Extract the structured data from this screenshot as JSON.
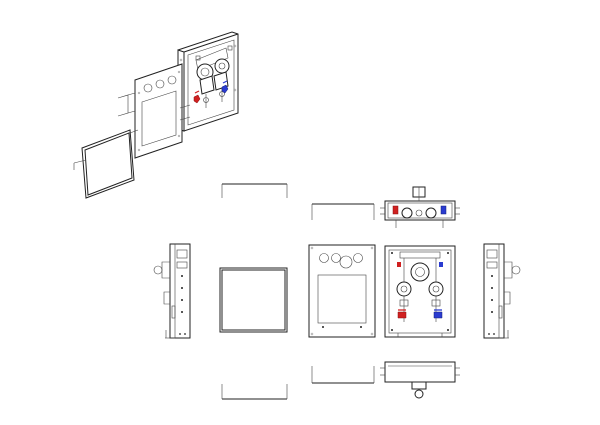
{
  "drawing": {
    "background": "#ffffff",
    "line_color": "#222222",
    "hot_marker_color": "#d02020",
    "cold_marker_color": "#2a3bd0",
    "views": [
      "isometric-exploded-view",
      "front-cover-view",
      "front-panel-view",
      "open-unit-front-view",
      "top-view",
      "bottom-view",
      "left-side-view",
      "right-side-view"
    ]
  }
}
